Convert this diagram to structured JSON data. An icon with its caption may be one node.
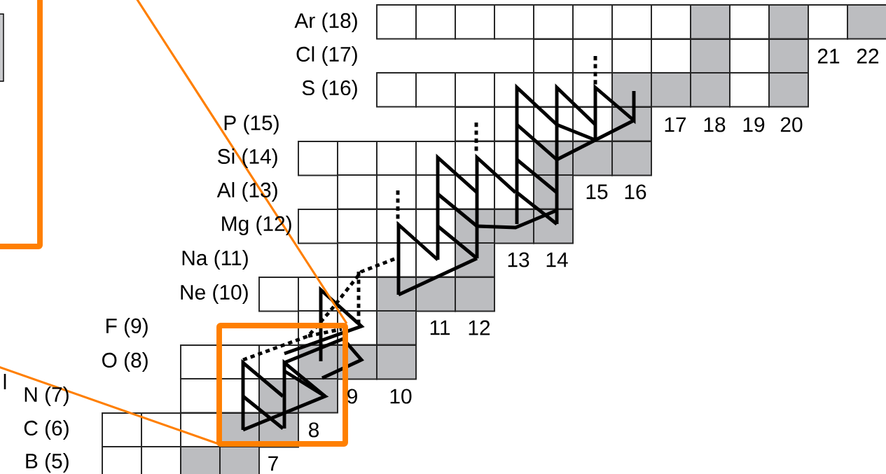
{
  "diagram": {
    "labels": [
      "Ar (18)",
      "Cl (17)",
      "21",
      "22",
      "S (16)",
      "P (15)",
      "17",
      "18",
      "19",
      "20",
      "Si (14)",
      "Al (13)",
      "15",
      "16",
      "Mg (12)",
      "Na (11)",
      "13",
      "14",
      "Ne (10)",
      "F (9)",
      "11",
      "12",
      "O (8)",
      "N (7)",
      "9",
      "10",
      "C (6)",
      "8",
      "B (5)",
      "7"
    ]
  }
}
